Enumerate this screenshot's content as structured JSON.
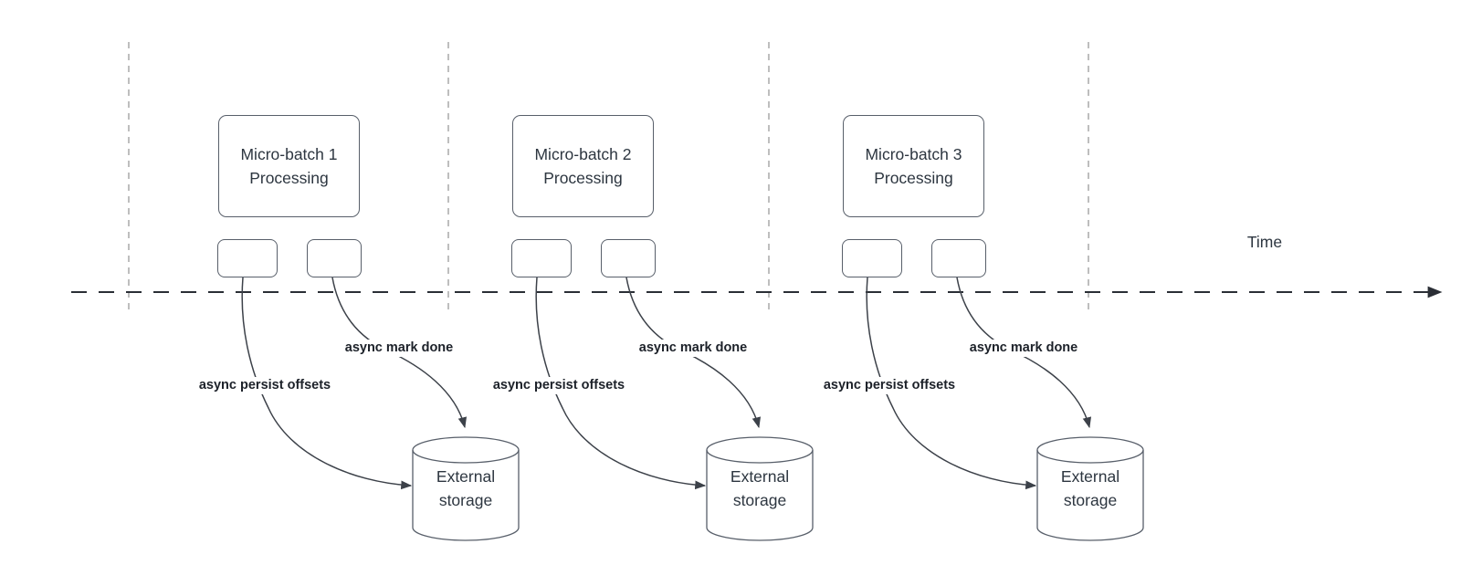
{
  "diagram": {
    "title_hint": "micro-batch async offset persistence timeline",
    "timeline": {
      "label": "Time"
    },
    "sections": [
      {
        "box_label": "Micro-batch 1\nProcessing",
        "persist_label": "async persist offsets",
        "markdone_label": "async mark done",
        "storage_label": "External\nstorage"
      },
      {
        "box_label": "Micro-batch 2\nProcessing",
        "persist_label": "async persist offsets",
        "markdone_label": "async mark done",
        "storage_label": "External\nstorage"
      },
      {
        "box_label": "Micro-batch 3\nProcessing",
        "persist_label": "async persist offsets",
        "markdone_label": "async mark done",
        "storage_label": "External\nstorage"
      }
    ],
    "colors": {
      "background": "#ffffff",
      "shape_stroke": "#585f6a",
      "arrow_stroke": "#3c4149",
      "timeline_stroke": "#2a2e35",
      "guide_line_stroke": "#a8a8a8",
      "shape_text": "#2d3640",
      "arrow_label_text": "#1c2129"
    }
  }
}
